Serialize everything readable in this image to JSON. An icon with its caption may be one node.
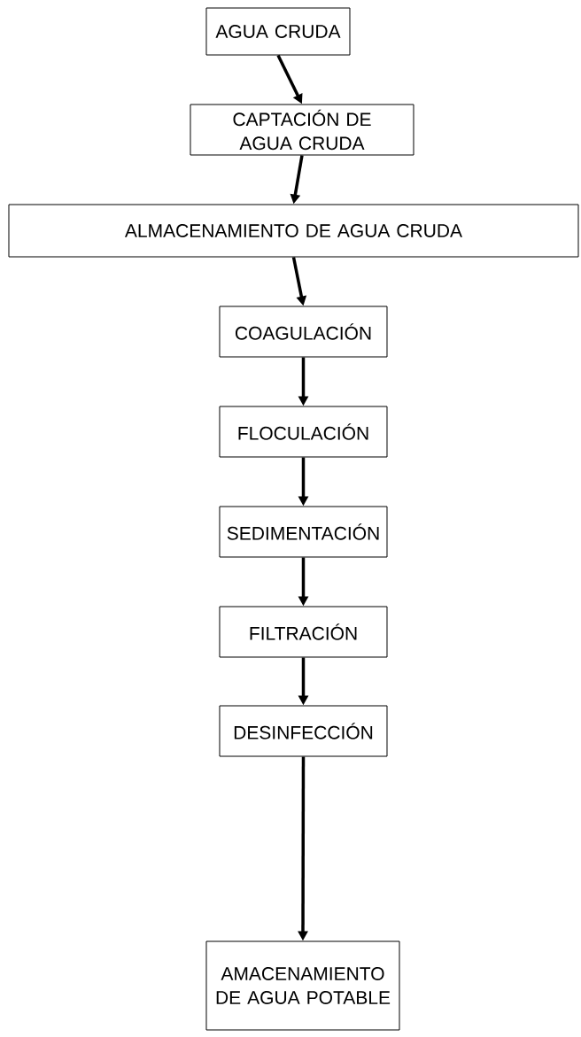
{
  "diagram": {
    "nodes": [
      {
        "text": [
          "AGUA CRUDA"
        ]
      },
      {
        "text": [
          "CAPTACIÓN DE AGUA CRUDA"
        ]
      },
      {
        "text": [
          "ALMACENAMIENTO DE AGUA CRUDA"
        ]
      },
      {
        "text": [
          "COAGULACIÓN"
        ]
      },
      {
        "text": [
          "FLOCULACIÓN"
        ]
      },
      {
        "text": [
          "SEDIMENTACIÓN"
        ]
      },
      {
        "text": [
          "FILTRACIÓN"
        ]
      },
      {
        "text": [
          "DESINFECCIÓN"
        ]
      },
      {
        "text": [
          "AMACENAMIENTO DE AGUA POTABLE"
        ]
      }
    ],
    "edges": [
      {
        "from": 0,
        "to": 1,
        "arrow": "to"
      },
      {
        "from": 1,
        "to": 2,
        "arrow": "to"
      },
      {
        "from": 2,
        "to": 3,
        "arrow": "to"
      },
      {
        "from": 3,
        "to": 4,
        "arrow": "to"
      },
      {
        "from": 4,
        "to": 5,
        "arrow": "to"
      },
      {
        "from": 5,
        "to": 6,
        "arrow": "to"
      },
      {
        "from": 6,
        "to": 7,
        "arrow": "to"
      },
      {
        "from": 7,
        "to": 8,
        "arrow": "to"
      }
    ]
  }
}
